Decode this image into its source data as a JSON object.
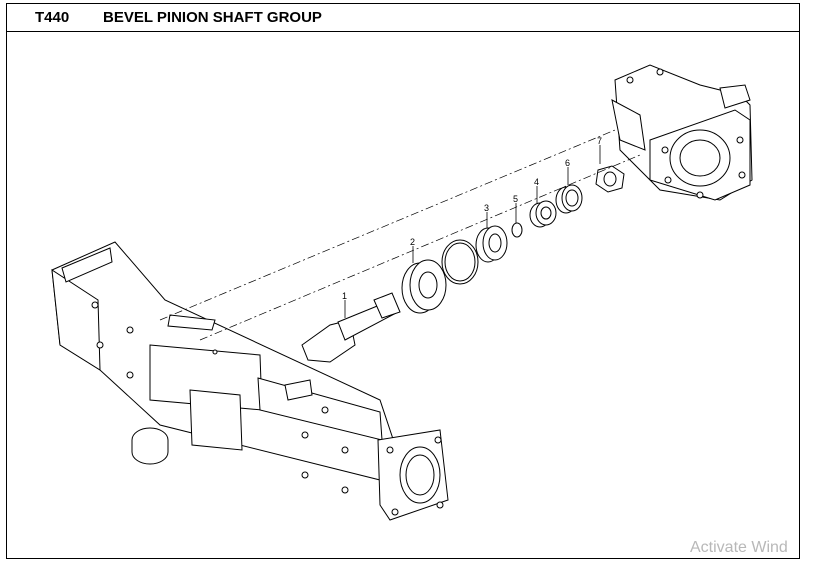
{
  "header": {
    "code": "T440",
    "title": "BEVEL PINION SHAFT GROUP"
  },
  "callouts": [
    "1",
    "2",
    "3",
    "4",
    "5",
    "6",
    "7"
  ],
  "watermark": "Activate Wind"
}
